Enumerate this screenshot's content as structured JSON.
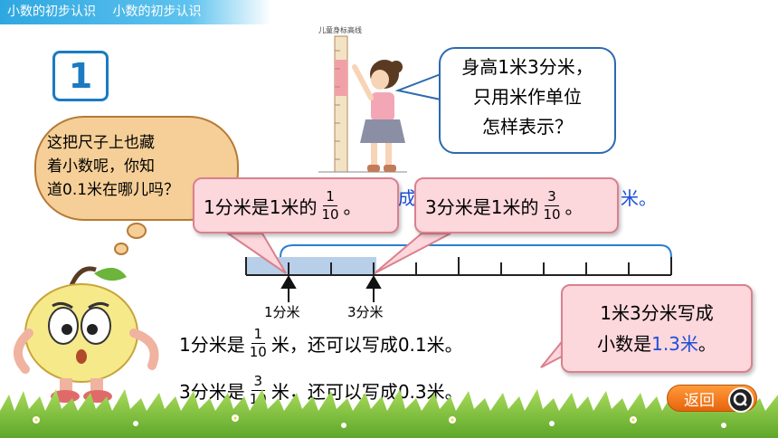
{
  "header": {
    "crumb1": "小数的初步认识",
    "crumb2": "小数的初步认识"
  },
  "lesson_number": "1",
  "ruler_caption": "儿童身标高线",
  "thought_bubble": "这把尺子上也藏\n着小数呢，你知\n道0.1米在哪儿吗？",
  "speech_bubble": "身高1米3分米，\n只用米作单位\n怎样表示？",
  "callout1": {
    "prefix": "1分米是1米的",
    "num": "1",
    "den": "10",
    "suffix": "。"
  },
  "callout2": {
    "prefix": "3分米是1米的",
    "num": "3",
    "den": "10",
    "suffix": "。"
  },
  "hidden_fragments": {
    "left": "成",
    "right": "米。"
  },
  "tick_labels": {
    "first": "1分米",
    "second": "3分米"
  },
  "callout3": {
    "line1": "1米3分米写成",
    "line2_prefix": "小数是",
    "line2_value": "1.3米",
    "line2_suffix": "。"
  },
  "line1": {
    "prefix": "1分米是",
    "num": "1",
    "den": "10",
    "suffix": "米，还可以写成0.1米。"
  },
  "line2": {
    "prefix": "3分米是",
    "num": "3",
    "den": "10",
    "suffix": "米，还可以写成0.3米。"
  },
  "back_button": "返回",
  "colors": {
    "header": "#2ea7e0",
    "callout_fill": "#fcd7dc",
    "highlight_blue": "#1e4fd8",
    "ruler_fill": "#b8cfea",
    "grass": "#7cc33a"
  }
}
